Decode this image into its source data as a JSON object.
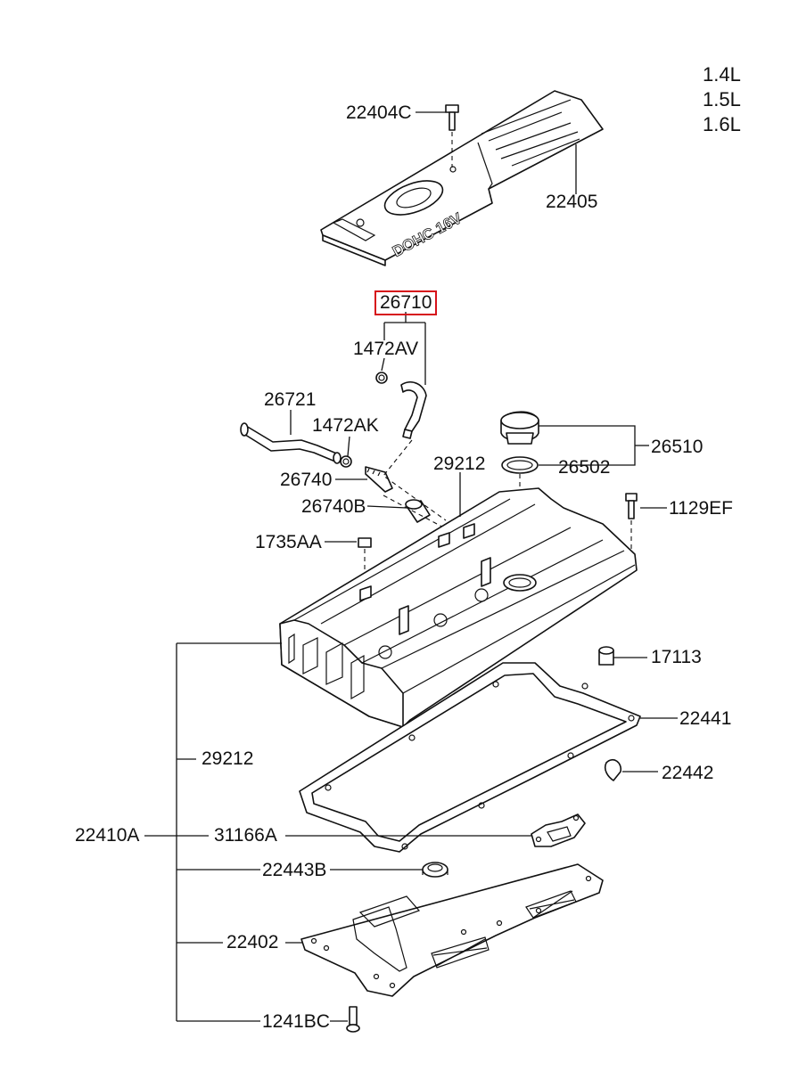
{
  "engine_variants": [
    "1.4L",
    "1.5L",
    "1.6L"
  ],
  "cover_text": "DOHC 16V",
  "highlight_color": "#d6121b",
  "labels": {
    "p22404C": "22404C",
    "p22405": "22405",
    "p26710": "26710",
    "p1472AV": "1472AV",
    "p26721": "26721",
    "p1472AK": "1472AK",
    "p29212_top": "29212",
    "p26740": "26740",
    "p26740B": "26740B",
    "p26510": "26510",
    "p26502": "26502",
    "p1129EF": "1129EF",
    "p1735AA": "1735AA",
    "p17113": "17113",
    "p22441": "22441",
    "p29212": "29212",
    "p22442": "22442",
    "p22410A": "22410A",
    "p31166A": "31166A",
    "p22443B": "22443B",
    "p22402": "22402",
    "p1241BC": "1241BC"
  }
}
